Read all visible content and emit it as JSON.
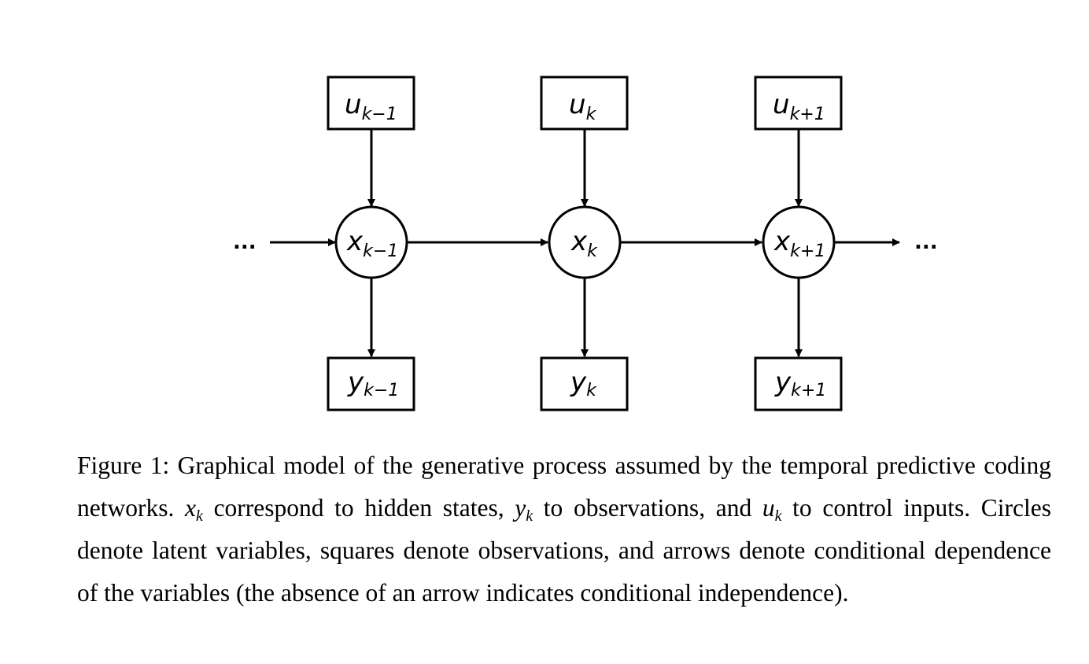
{
  "diagram": {
    "ellipsis_left": "...",
    "ellipsis_right": "...",
    "columns": [
      {
        "input": {
          "base": "u",
          "sub": "k−1"
        },
        "state": {
          "base": "x",
          "sub": "k−1"
        },
        "output": {
          "base": "y",
          "sub": "k−1"
        }
      },
      {
        "input": {
          "base": "u",
          "sub": "k"
        },
        "state": {
          "base": "x",
          "sub": "k"
        },
        "output": {
          "base": "y",
          "sub": "k"
        }
      },
      {
        "input": {
          "base": "u",
          "sub": "k+1"
        },
        "state": {
          "base": "x",
          "sub": "k+1"
        },
        "output": {
          "base": "y",
          "sub": "k+1"
        }
      }
    ]
  },
  "caption": {
    "label": "Figure 1:",
    "text1": " Graphical model of the generative process assumed by the temporal predictive coding networks. ",
    "var_x": "x",
    "var_x_sub": "k",
    "text2": " correspond to hidden states, ",
    "var_y": "y",
    "var_y_sub": "k",
    "text3": " to observations, and ",
    "var_u": "u",
    "var_u_sub": "k",
    "text4": " to control inputs. Circles denote latent variables, squares denote observations, and arrows denote conditional dependence of the variables (the absence of an arrow indicates conditional independence)."
  }
}
